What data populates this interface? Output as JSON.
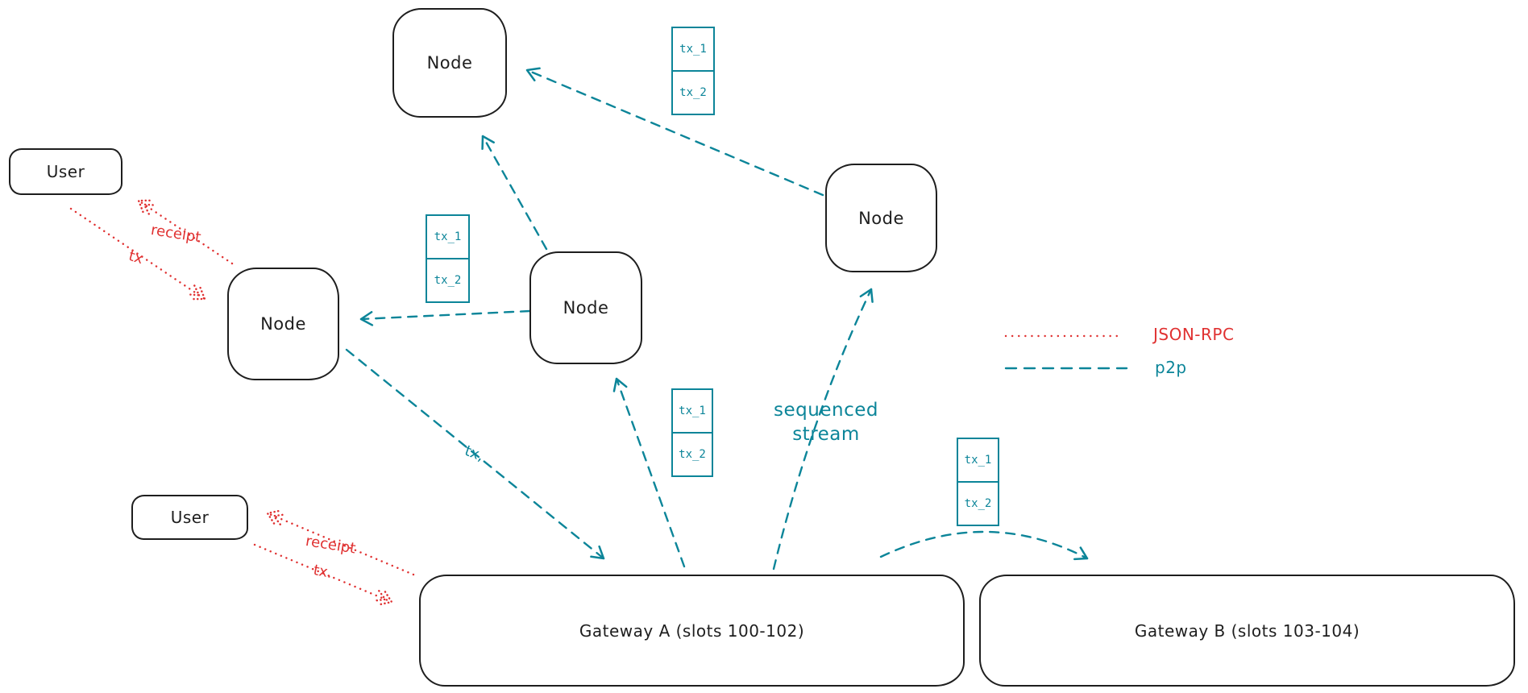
{
  "diagram": {
    "colors": {
      "ink": "#1e1e1e",
      "teal": "#0c8599",
      "red": "#e03131",
      "background": "#ffffff"
    },
    "nodes": [
      {
        "label": "Node"
      },
      {
        "label": "Node"
      },
      {
        "label": "Node"
      },
      {
        "label": "Node"
      }
    ],
    "users": [
      {
        "label": "User"
      },
      {
        "label": "User"
      }
    ],
    "gateways": [
      {
        "label": "Gateway A (slots 100-102)"
      },
      {
        "label": "Gateway B (slots 103-104)"
      }
    ],
    "tx_stacks": [
      {
        "cells": [
          "tx_1",
          "tx_2"
        ]
      },
      {
        "cells": [
          "tx_1",
          "tx_2"
        ]
      },
      {
        "cells": [
          "tx_1",
          "tx_2"
        ]
      },
      {
        "cells": [
          "tx_1",
          "tx_2"
        ]
      }
    ],
    "edge_labels": {
      "user1_receipt": "receipt",
      "user1_tx": "tx",
      "user2_receipt": "receipt",
      "user2_tx": "tx.",
      "node_to_gateway_tx": "tx,",
      "sequenced_stream_line1": "sequenced",
      "sequenced_stream_line2": "stream"
    },
    "legend": {
      "items": [
        {
          "label": "JSON-RPC",
          "line_style": "dotted",
          "color": "#e03131"
        },
        {
          "label": "p2p",
          "line_style": "dashed",
          "color": "#0c8599"
        }
      ]
    }
  }
}
